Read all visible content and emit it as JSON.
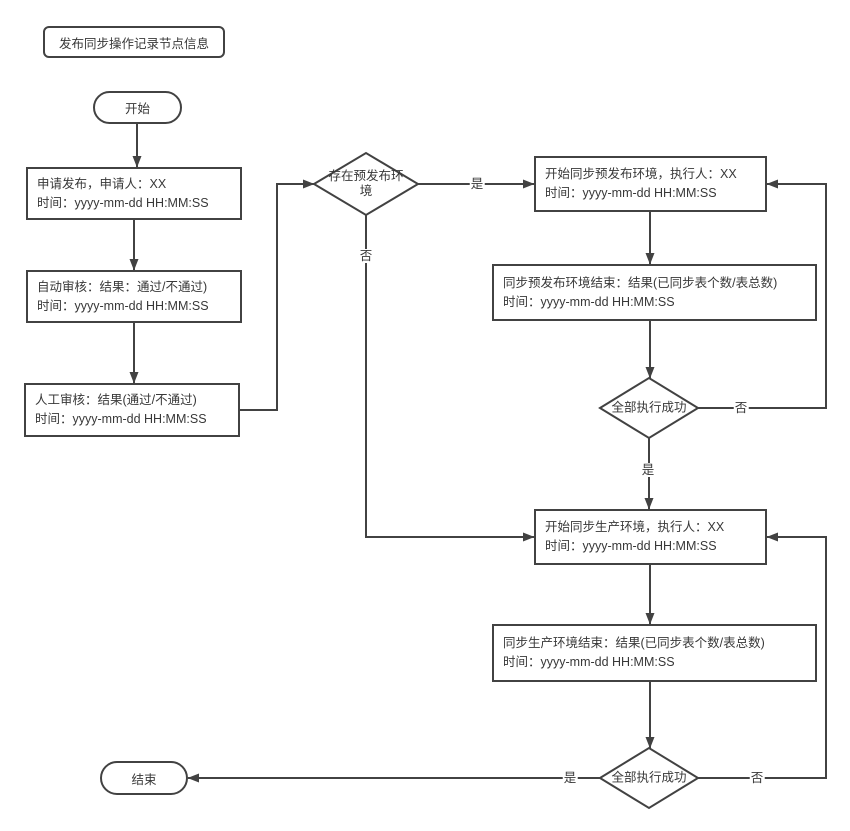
{
  "title": "发布同步操作记录节点信息",
  "nodes": {
    "start": "开始",
    "apply": {
      "line1": "申请发布，申请人：XX",
      "line2": "时间：yyyy-mm-dd HH:MM:SS"
    },
    "auto_review": {
      "line1": "自动审核：结果：通过/不通过)",
      "line2": "时间：yyyy-mm-dd HH:MM:SS"
    },
    "manual_review": {
      "line1": "人工审核：结果(通过/不通过)",
      "line2": "时间：yyyy-mm-dd HH:MM:SS"
    },
    "decision_pre_env": "存在预发布环境",
    "start_sync_pre": {
      "line1": "开始同步预发布环境，执行人：XX",
      "line2": "时间：yyyy-mm-dd HH:MM:SS"
    },
    "sync_pre_end": {
      "line1": "同步预发布环境结束：结果(已同步表个数/表总数)",
      "line2": "时间：yyyy-mm-dd HH:MM:SS"
    },
    "decision_pre_success": "全部执行成功",
    "start_sync_prod": {
      "line1": "开始同步生产环境，执行人：XX",
      "line2": "时间：yyyy-mm-dd HH:MM:SS"
    },
    "sync_prod_end": {
      "line1": "同步生产环境结束：结果(已同步表个数/表总数)",
      "line2": "时间：yyyy-mm-dd HH:MM:SS"
    },
    "decision_prod_success": "全部执行成功",
    "end": "结束"
  },
  "edge_labels": {
    "pre_env_yes": "是",
    "pre_env_no": "否",
    "pre_success_no": "否",
    "pre_success_yes": "是",
    "prod_success_yes": "是",
    "prod_success_no": "否"
  },
  "colors": {
    "stroke": "#424242",
    "text": "#383838",
    "background": "#ffffff"
  }
}
